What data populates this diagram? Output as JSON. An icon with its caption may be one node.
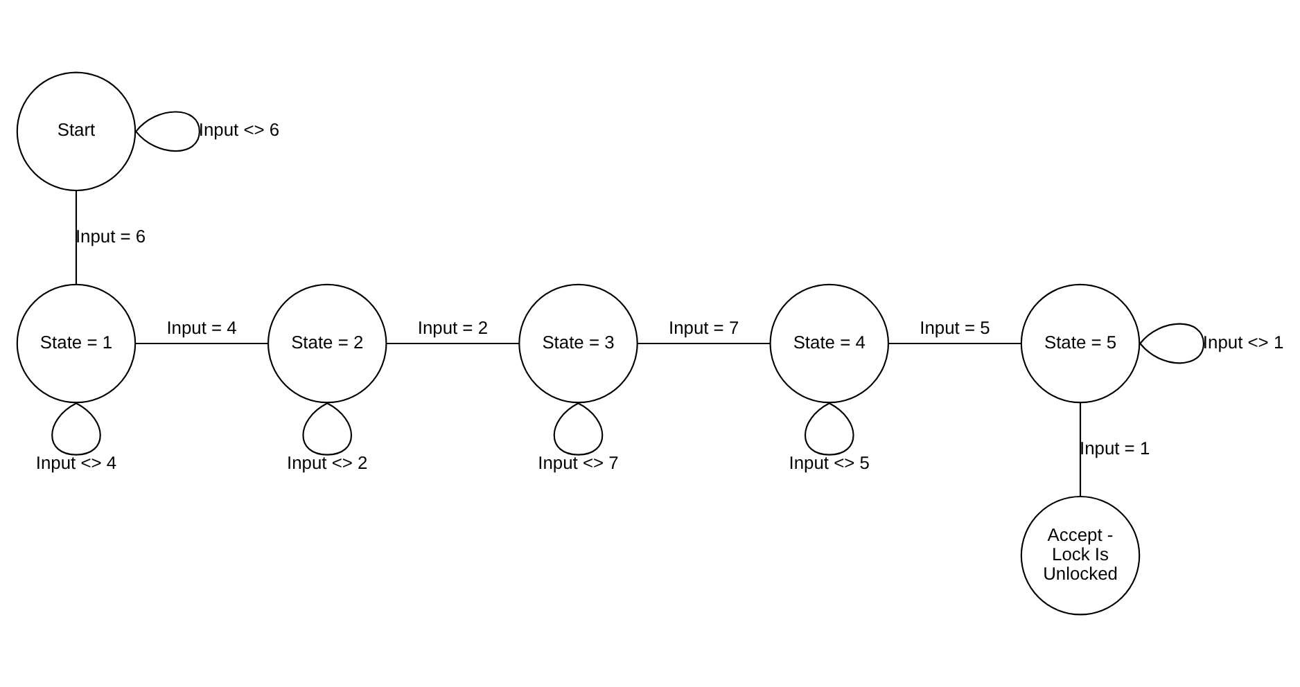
{
  "diagram": {
    "nodes": [
      {
        "text": [
          "Start"
        ]
      },
      {
        "text": [
          "State = 1"
        ]
      },
      {
        "text": [
          "State = 2"
        ]
      },
      {
        "text": [
          "State = 3"
        ]
      },
      {
        "text": [
          "State = 4"
        ]
      },
      {
        "text": [
          "State = 5"
        ]
      },
      {
        "text": [
          "Accept - Lock Is Unlocked"
        ]
      }
    ],
    "edges": [
      {
        "from": 0,
        "to": 1,
        "arrow": "none",
        "label": "Input = 6"
      },
      {
        "from": 0,
        "to": 0,
        "arrow": "none",
        "label": "Input <> 6"
      },
      {
        "from": 1,
        "to": 2,
        "arrow": "none",
        "label": "Input = 4"
      },
      {
        "from": 1,
        "to": 1,
        "arrow": "none",
        "label": "Input <> 4"
      },
      {
        "from": 2,
        "to": 3,
        "arrow": "none",
        "label": "Input = 2"
      },
      {
        "from": 2,
        "to": 2,
        "arrow": "none",
        "label": "Input <> 2"
      },
      {
        "from": 3,
        "to": 4,
        "arrow": "none",
        "label": "Input = 7"
      },
      {
        "from": 3,
        "to": 3,
        "arrow": "none",
        "label": "Input <> 7"
      },
      {
        "from": 4,
        "to": 5,
        "arrow": "none",
        "label": "Input = 5"
      },
      {
        "from": 4,
        "to": 4,
        "arrow": "none",
        "label": "Input <> 5"
      },
      {
        "from": 5,
        "to": 5,
        "arrow": "none",
        "label": "Input <> 1"
      },
      {
        "from": 5,
        "to": 6,
        "arrow": "none",
        "label": "Input = 1"
      }
    ]
  }
}
